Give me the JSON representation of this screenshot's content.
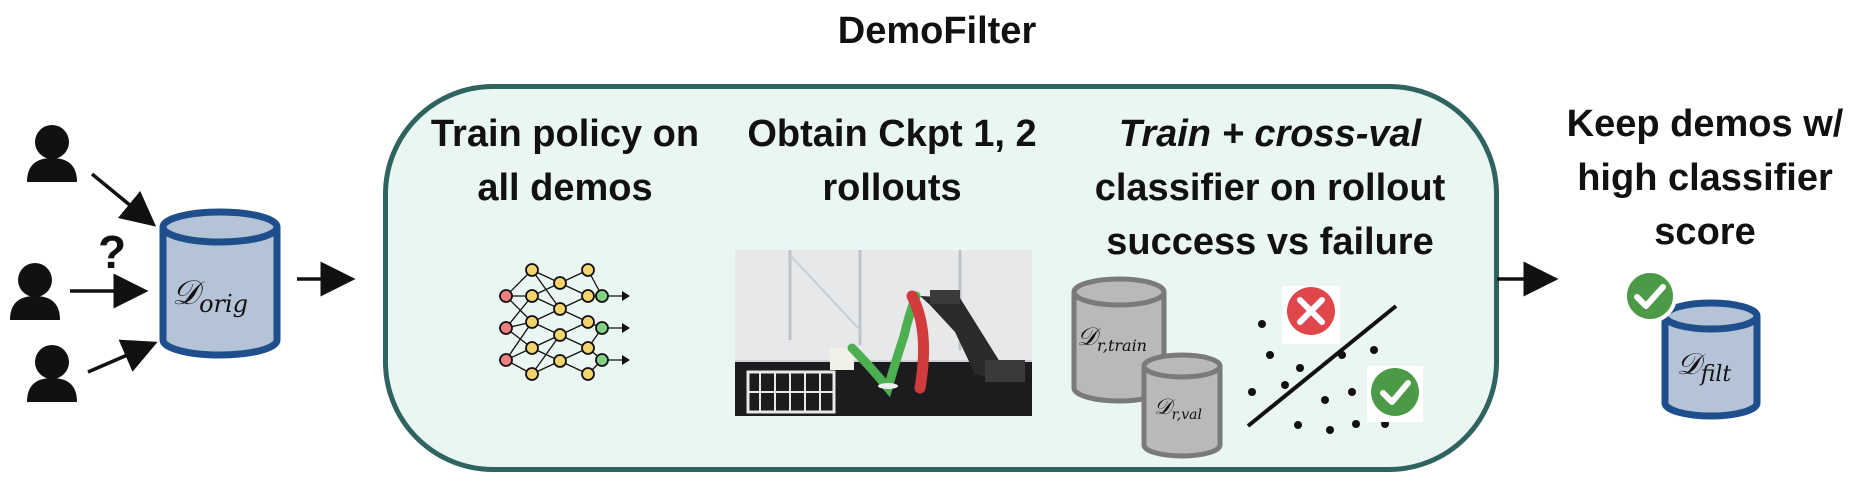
{
  "title": "DemoFilter",
  "steps": {
    "train_policy": {
      "line1": "Train policy on",
      "line2": "all demos"
    },
    "rollouts": {
      "line1": "Obtain Ckpt 1, 2",
      "line2": "rollouts"
    },
    "classifier": {
      "line1_italic": "Train + cross-val",
      "line2": "classifier on rollout",
      "line3": "success vs failure"
    }
  },
  "output": {
    "line1": "Keep demos w/",
    "line2": "high classifier",
    "line3": "score"
  },
  "unknown_mark": "?",
  "datasets": {
    "orig": {
      "symbol": "𝒟",
      "subscript": "orig"
    },
    "r_train": {
      "symbol": "𝒟",
      "subscript": "r,train"
    },
    "r_val": {
      "symbol": "𝒟",
      "subscript": "r,val"
    },
    "filt": {
      "symbol": "𝒟",
      "subscript": "filt"
    }
  },
  "colors": {
    "panel_border": "#2e6360",
    "panel_fill": "#eaf6f2",
    "db_blue_fill": "#b5c3d6",
    "db_blue_stroke": "#1f4e8c",
    "db_gray_fill": "#b9b9b9",
    "db_gray_stroke": "#7a7a7a",
    "success_green": "#4c9a48",
    "failure_red": "#e0474c",
    "nn_red": "#f08080",
    "nn_yellow": "#f3d36b",
    "nn_green": "#7fd18a"
  }
}
